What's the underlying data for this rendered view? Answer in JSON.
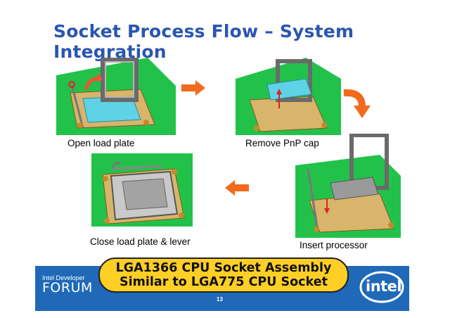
{
  "slide": {
    "title": "Socket Process Flow – System Integration",
    "page_number": "13"
  },
  "steps": [
    {
      "caption": "Open load plate"
    },
    {
      "caption": "Remove PnP cap"
    },
    {
      "caption": "Insert processor"
    },
    {
      "caption": "Close load plate & lever"
    }
  ],
  "banner": {
    "line1": "LGA1366 CPU Socket Assembly",
    "line2": "Similar to LGA775 CPU Socket"
  },
  "footer": {
    "logo_line1": "Intel Developer",
    "logo_line2": "FORUM",
    "brand": "intel"
  },
  "colors": {
    "title": "#2a56b0",
    "arrow": "#f26a1b",
    "board_green": "#1fc04a",
    "banner": "#ffcf26",
    "footer": "#1f69b8"
  }
}
